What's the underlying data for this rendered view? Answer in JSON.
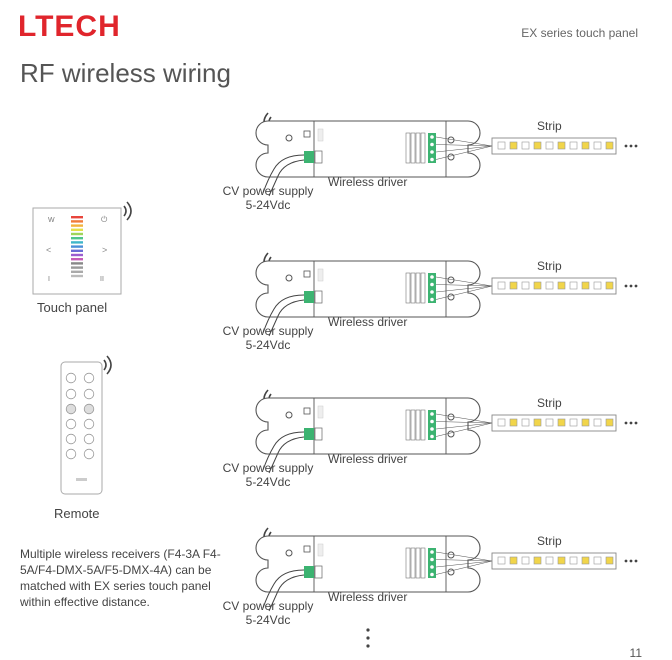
{
  "header": {
    "logo": "LTECH",
    "product": "EX series touch panel"
  },
  "title": "RF wireless wiring",
  "devices": {
    "touch_panel_label": "Touch panel",
    "remote_label": "Remote",
    "panel_keys": {
      "w": "W",
      "power": "⏻",
      "left": "<",
      "right": ">",
      "one": "I",
      "two": "II"
    }
  },
  "rows": [
    {
      "strip": "Strip",
      "driver": "Wireless driver",
      "supply_line1": "CV power supply",
      "supply_line2": "5-24Vdc"
    },
    {
      "strip": "Strip",
      "driver": "Wireless driver",
      "supply_line1": "CV power supply",
      "supply_line2": "5-24Vdc"
    },
    {
      "strip": "Strip",
      "driver": "Wireless driver",
      "supply_line1": "CV power supply",
      "supply_line2": "5-24Vdc"
    },
    {
      "strip": "Strip",
      "driver": "Wireless driver",
      "supply_line1": "CV power supply",
      "supply_line2": "5-24Vdc"
    }
  ],
  "note": "Multiple wireless receivers (F4-3A F4-5A/F4-DMX-5A/F5-DMX-4A) can be matched with EX series touch panel within effective distance.",
  "page_number": "11",
  "colors": {
    "brand": "#e0252c",
    "terminal": "#3cb371",
    "led_yellow": "#f1d54a",
    "line": "#555555"
  }
}
